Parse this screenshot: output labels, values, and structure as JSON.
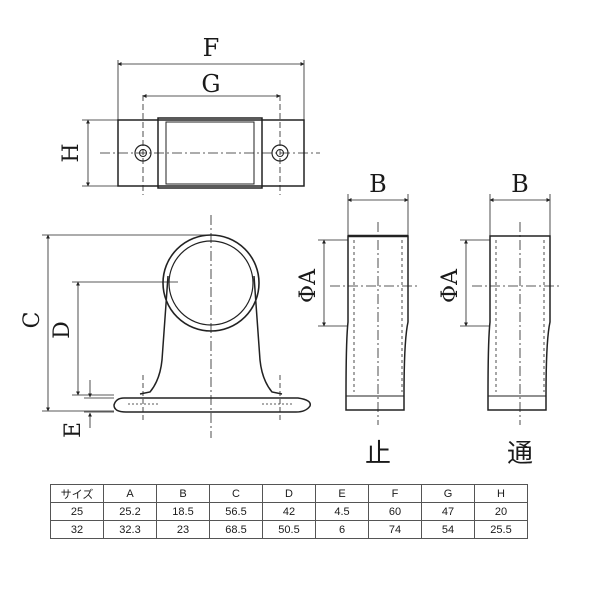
{
  "labels": {
    "F": "F",
    "G": "G",
    "H": "H",
    "C": "C",
    "D": "D",
    "E": "E",
    "B_left": "B",
    "B_right": "B",
    "A_left": "ΦA",
    "A_right": "ΦA",
    "type_stop": "止",
    "type_through": "通"
  },
  "table": {
    "headers": [
      "サイズ",
      "A",
      "B",
      "C",
      "D",
      "E",
      "F",
      "G",
      "H"
    ],
    "rows": [
      [
        "25",
        "25.2",
        "18.5",
        "56.5",
        "42",
        "4.5",
        "60",
        "47",
        "20"
      ],
      [
        "32",
        "32.3",
        "23",
        "68.5",
        "50.5",
        "6",
        "74",
        "54",
        "25.5"
      ]
    ]
  }
}
